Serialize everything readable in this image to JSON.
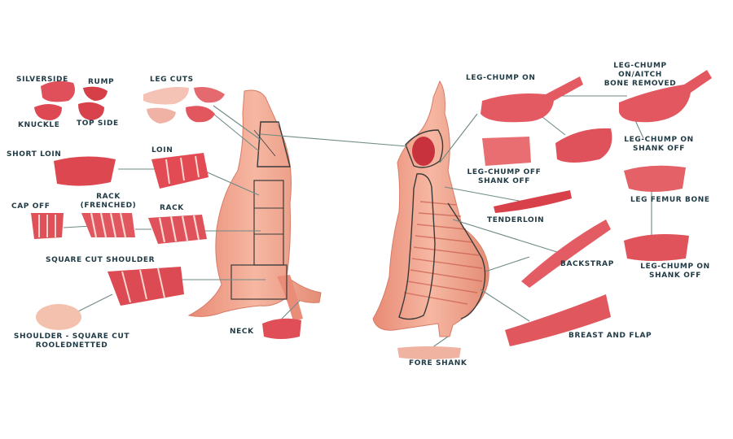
{
  "colors": {
    "meat": "#e0505a",
    "meat_dark": "#c8323c",
    "fat": "#f7d7cf",
    "carcass": "#f2a58f",
    "carcass_dark": "#e07f6a",
    "line": "#6f8a86",
    "outline": "#3a3a3a",
    "label": "#1f3a44"
  },
  "labels": {
    "silverside": "SILVERSIDE",
    "rump": "RUMP",
    "knuckle": "KNUCKLE",
    "top_side": "TOP SIDE",
    "leg_cuts": "LEG CUTS",
    "short_loin": "SHORT LOIN",
    "loin": "LOIN",
    "rack_frenched_1": "RACK",
    "rack_frenched_2": "(FRENCHED)",
    "cap_off": "CAP OFF",
    "rack": "RACK",
    "square_cut_shoulder": "SQUARE CUT SHOULDER",
    "shoulder_rolled_1": "SHOULDER - SQUARE CUT",
    "shoulder_rolled_2": "ROOLEDNETTED",
    "neck": "NECK",
    "leg_chump_on": "LEG-CHUMP ON",
    "leg_chump_aitch_1": "LEG-CHUMP",
    "leg_chump_aitch_2": "ON/AITCH",
    "leg_chump_aitch_3": "BONE REMOVED",
    "leg_chump_shank_off_1_a": "LEG-CHUMP ON",
    "leg_chump_shank_off_1_b": "SHANK OFF",
    "leg_chump_off_a": "LEG-CHUMP OFF",
    "leg_chump_off_b": "SHANK OFF",
    "tenderloin": "TENDERLOIN",
    "leg_femur_bone": "LEG FEMUR BONE",
    "backstrap": "BACKSTRAP",
    "leg_chump_shank_off_2_a": "LEG-CHUMP ON",
    "leg_chump_shank_off_2_b": "SHANK OFF",
    "breast_and_flap": "BREAST AND FLAP",
    "fore_shank": "FORE SHANK"
  }
}
